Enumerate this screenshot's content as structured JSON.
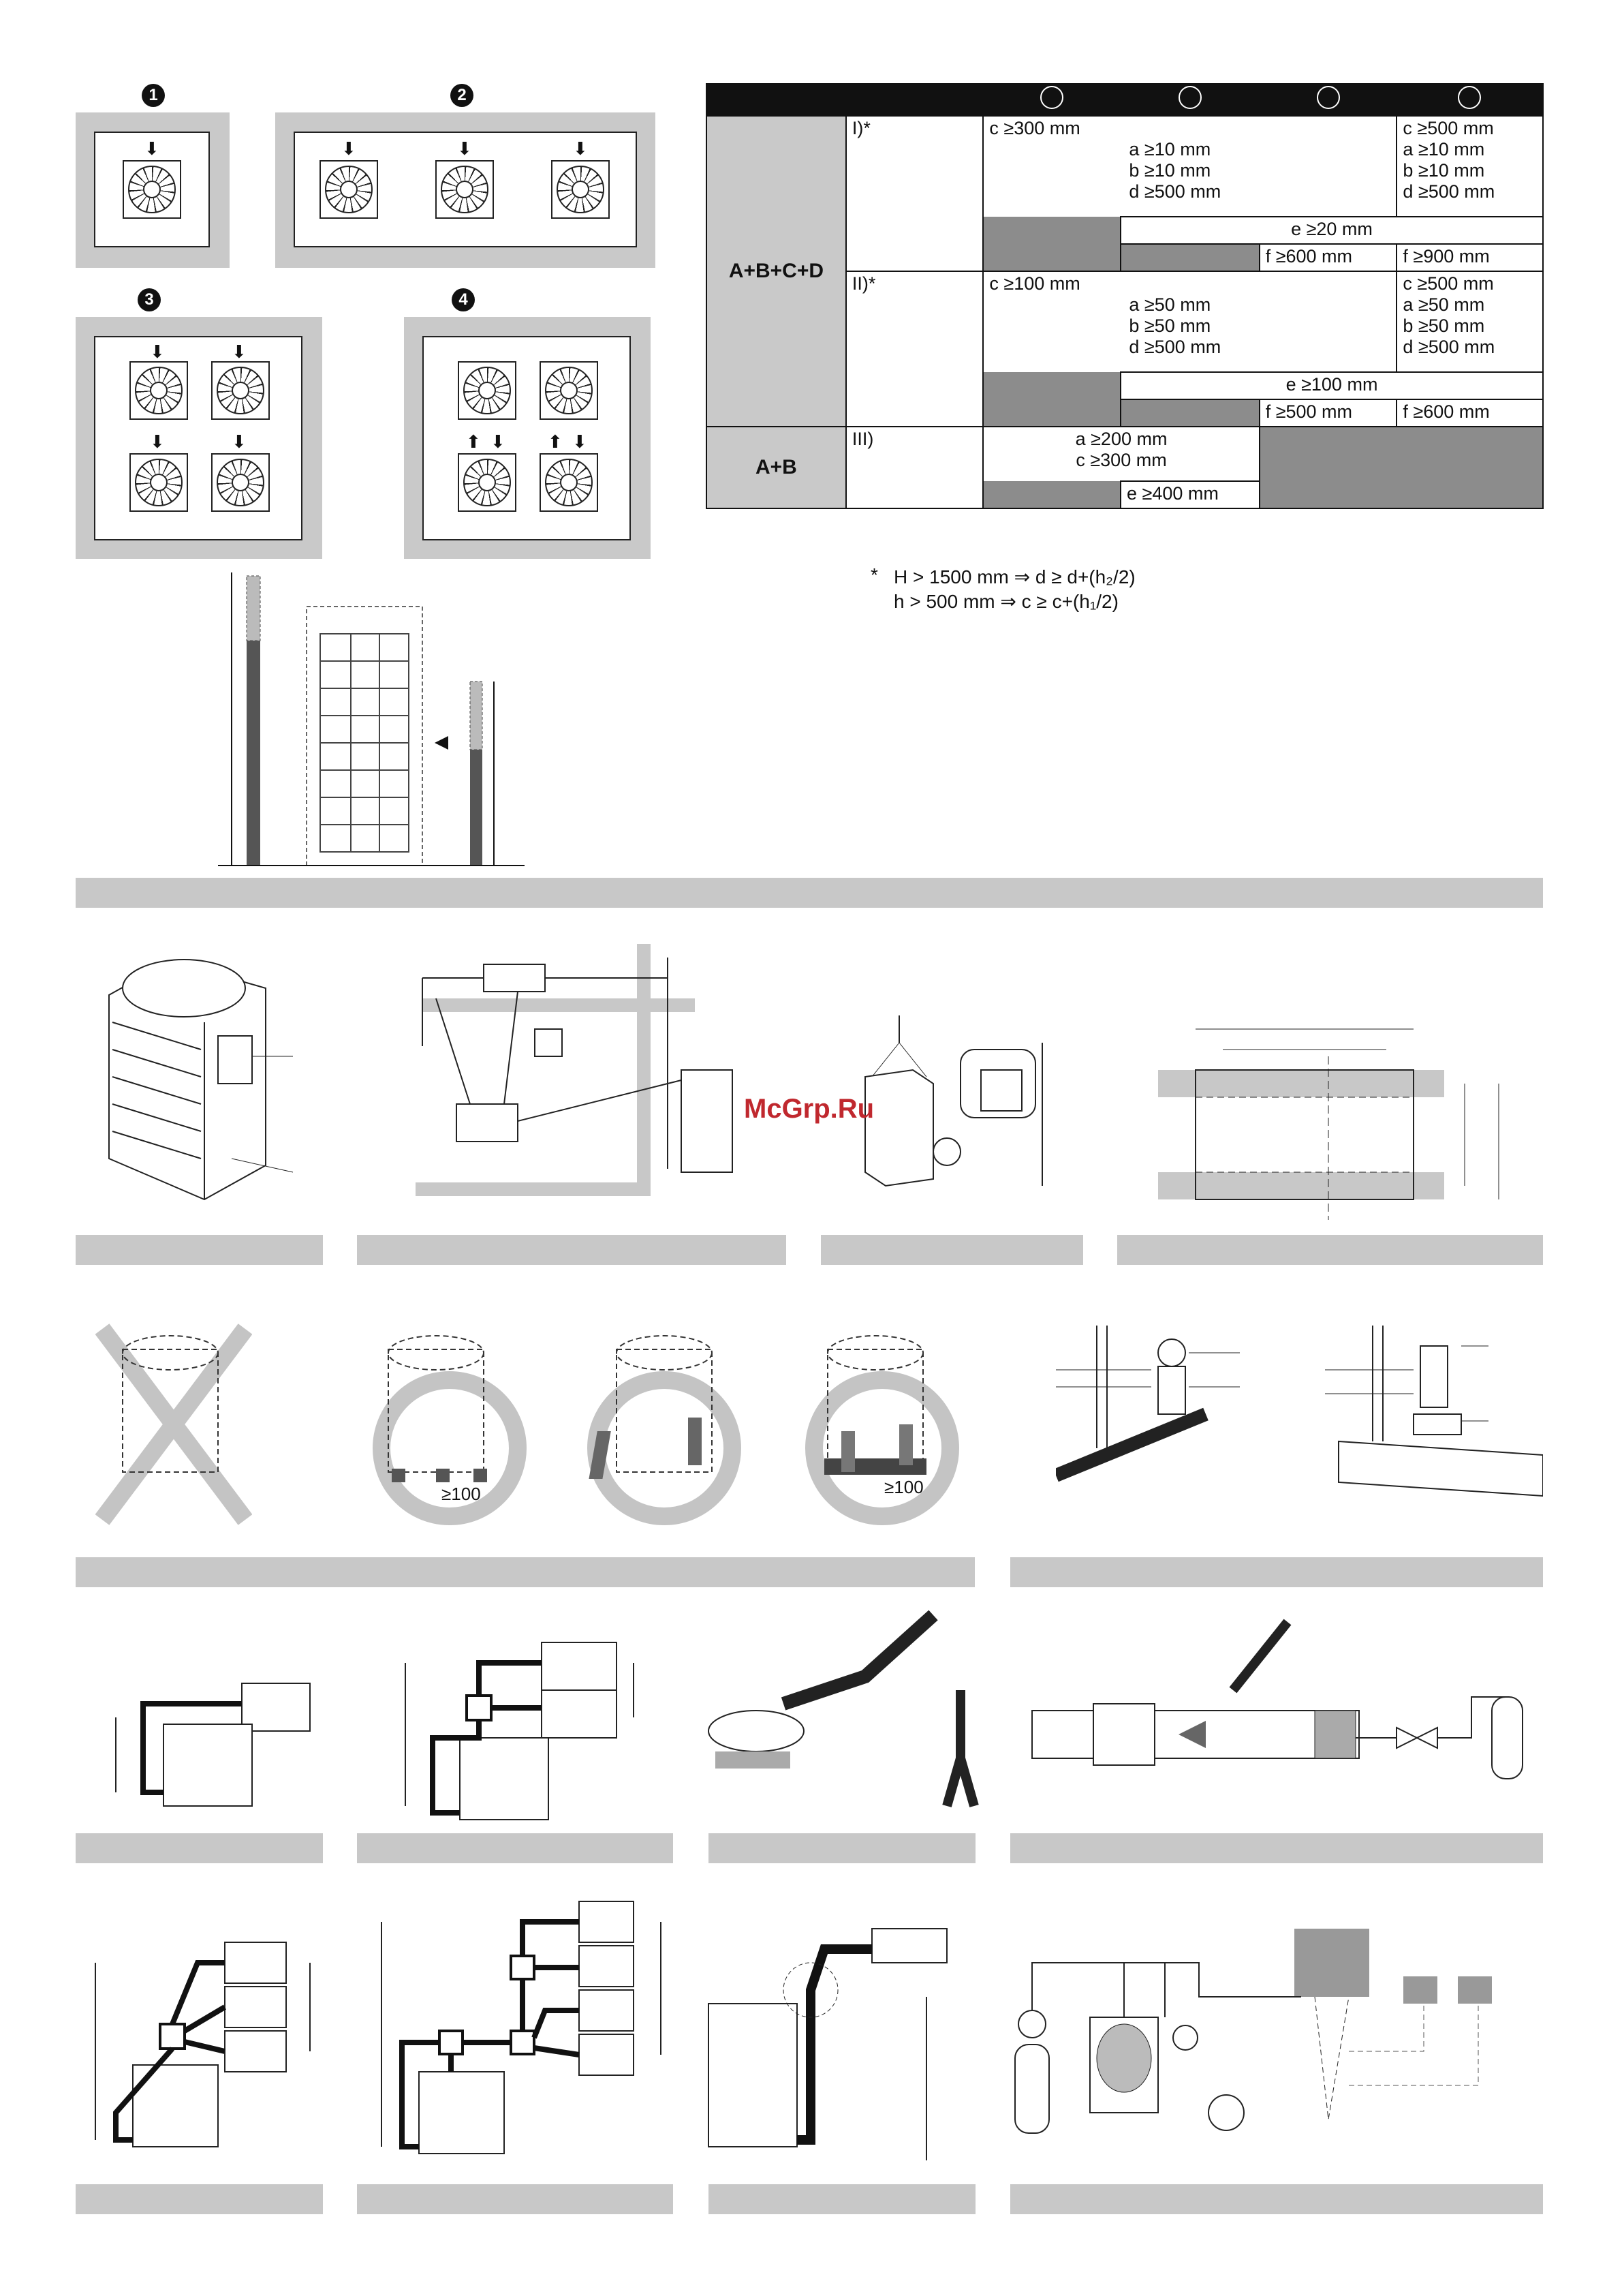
{
  "badges": [
    "1",
    "2",
    "3",
    "4"
  ],
  "table": {
    "groups": [
      {
        "label": "A+B+C+D",
        "rows": [
          {
            "case": "I)*",
            "mid_lines": [
              "c ≥300 mm",
              "a ≥10 mm",
              "b ≥10 mm",
              "d ≥500 mm"
            ],
            "right_lines": [
              "c ≥500 mm",
              "a ≥10 mm",
              "b ≥10 mm",
              "d ≥500 mm"
            ],
            "e": "e ≥20 mm",
            "f1": "f ≥600 mm",
            "f2": "f ≥900 mm"
          },
          {
            "case": "II)*",
            "mid_lines": [
              "c ≥100 mm",
              "a ≥50 mm",
              "b ≥50 mm",
              "d ≥500 mm"
            ],
            "right_lines": [
              "c ≥500 mm",
              "a ≥50 mm",
              "b ≥50 mm",
              "d ≥500 mm"
            ],
            "e": "e ≥100 mm",
            "f1": "f ≥500 mm",
            "f2": "f ≥600 mm"
          }
        ]
      },
      {
        "label": "A+B",
        "rows": [
          {
            "case": "III)",
            "mid_lines": [
              "a ≥200 mm",
              "c ≥300 mm"
            ],
            "e": "e ≥400 mm"
          }
        ]
      }
    ],
    "footnote": {
      "marker": "*",
      "line1": "H > 1500 mm ⇒ d ≥ d+(h₂/2)",
      "line2": "h > 500 mm ⇒ c ≥ c+(h₁/2)"
    }
  },
  "labels": {
    "ge100_a": "≥100",
    "ge100_b": "≥100"
  },
  "watermark": "McGrp.Ru"
}
